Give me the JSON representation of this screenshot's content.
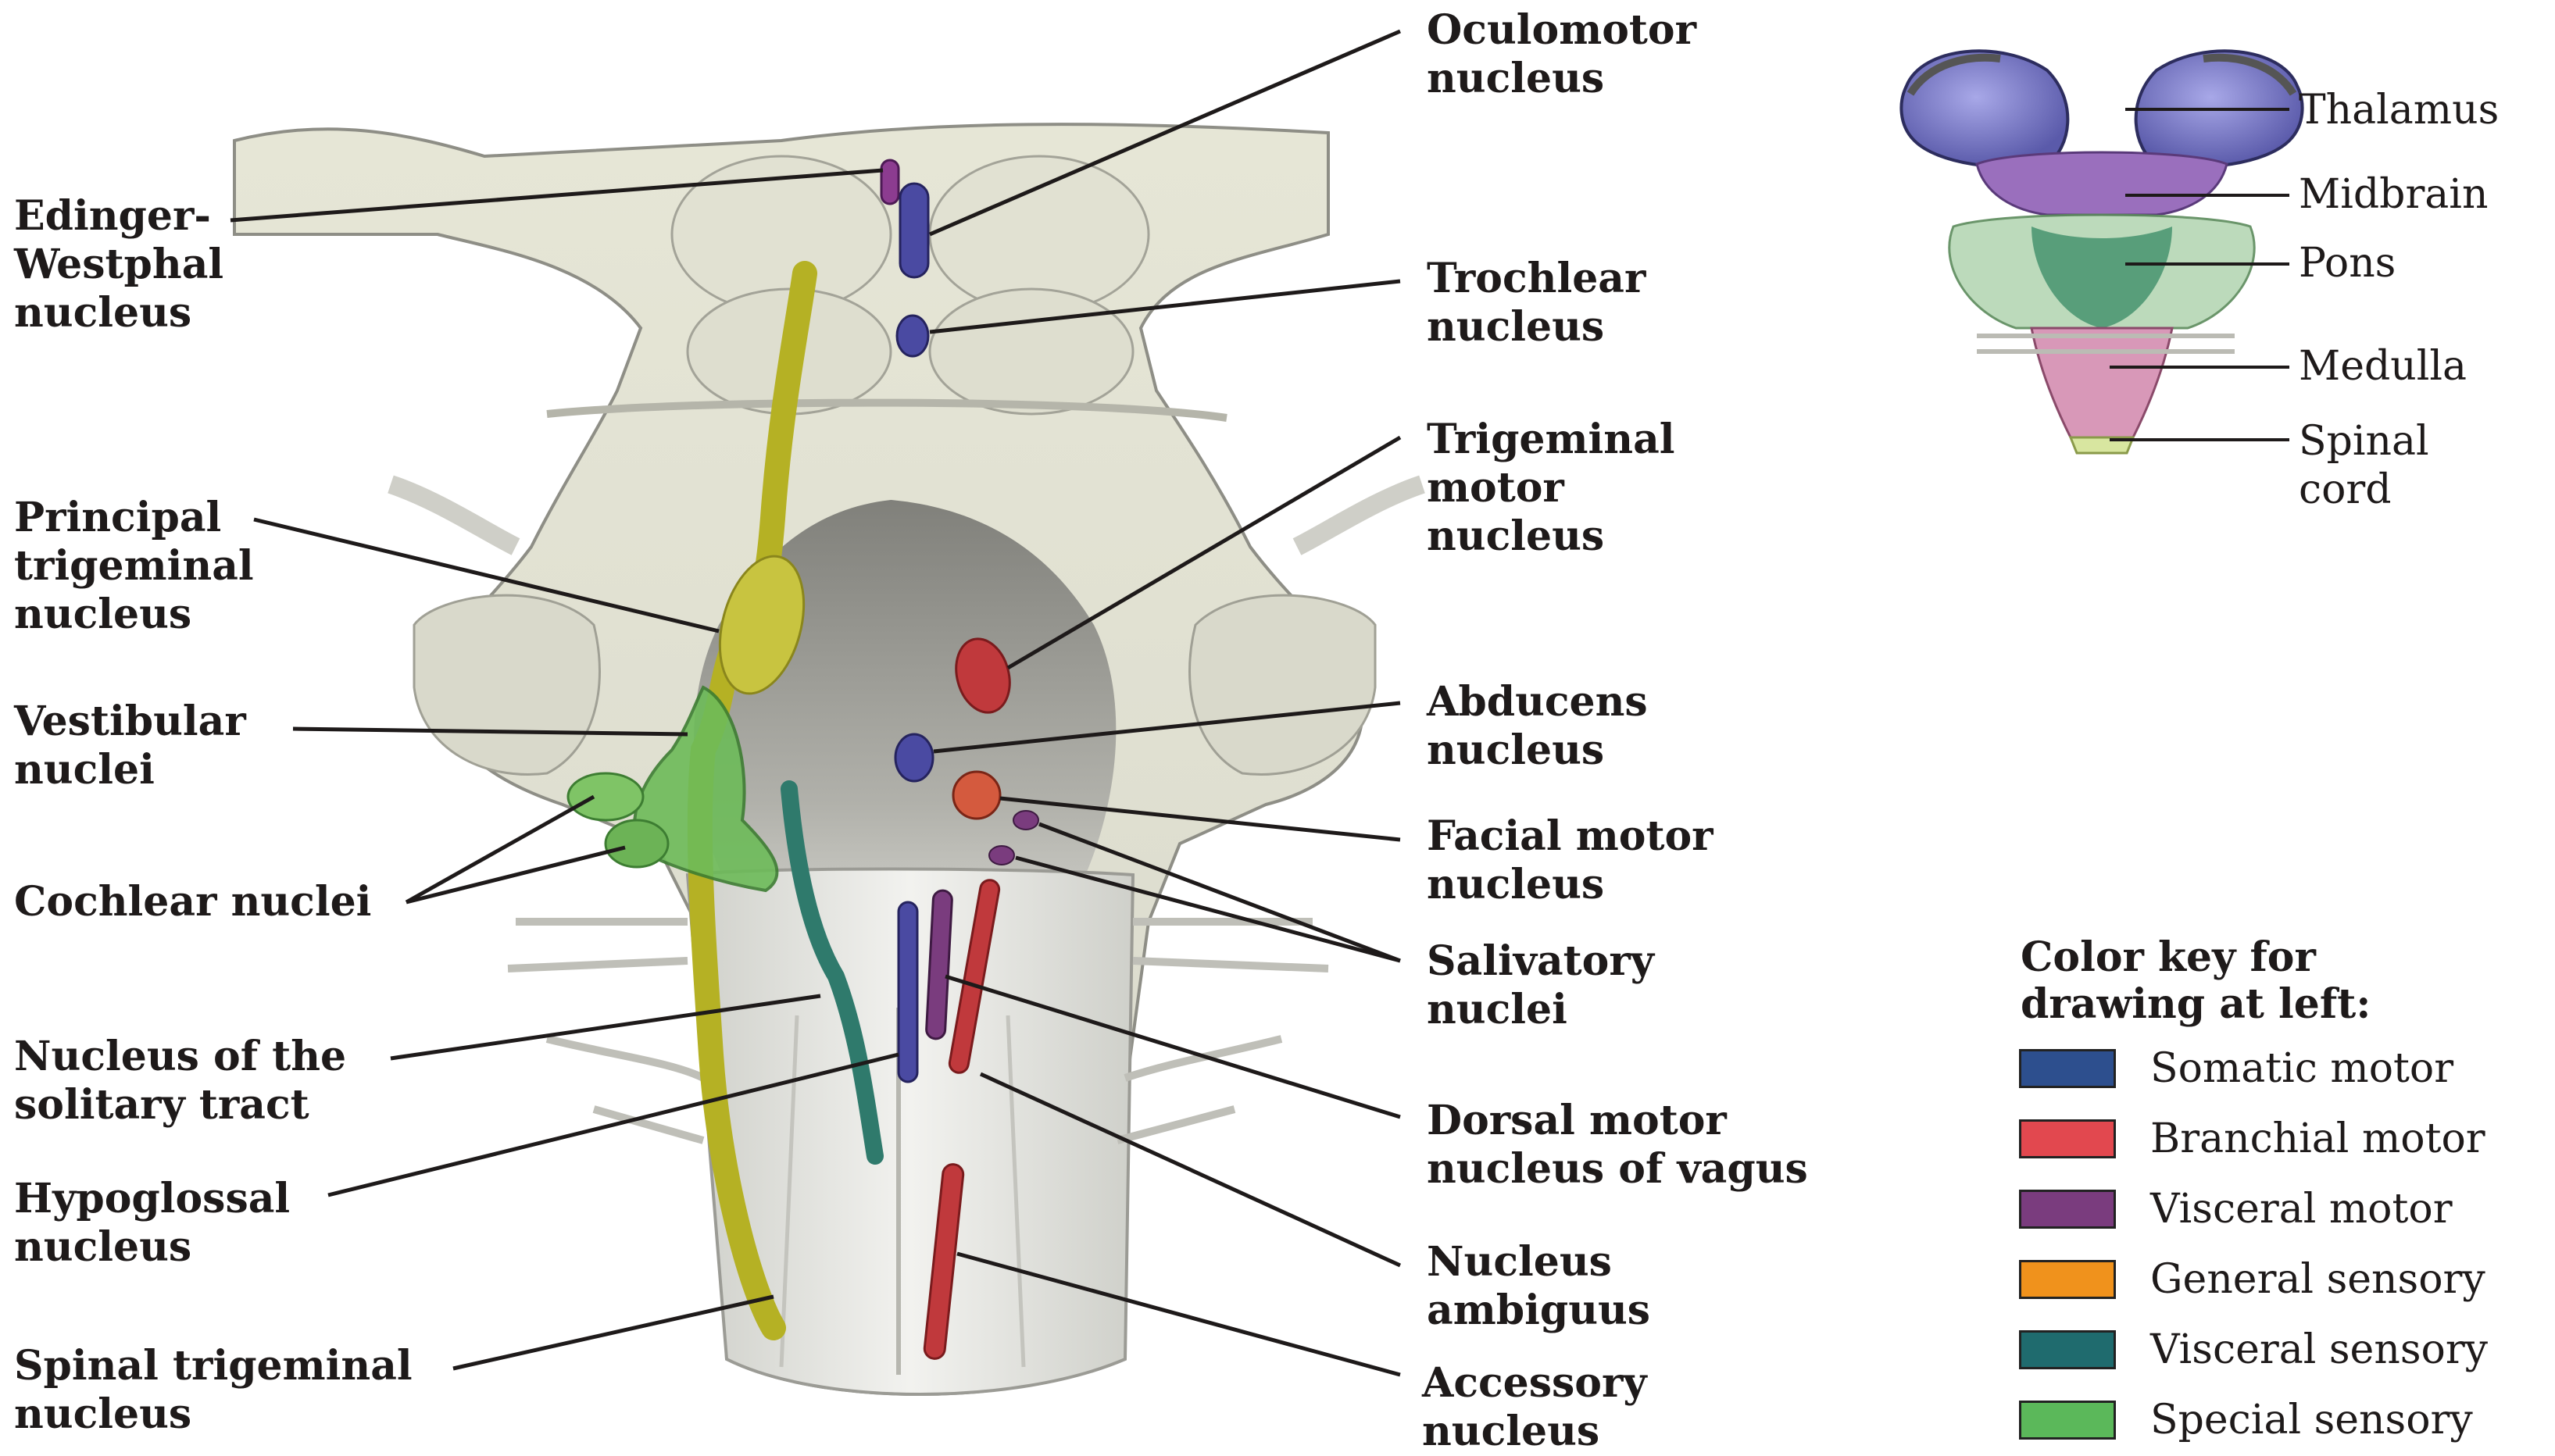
{
  "labels": {
    "edinger": [
      "Edinger-",
      "Westphal",
      "nucleus"
    ],
    "principal": [
      "Principal",
      "trigeminal",
      "nucleus"
    ],
    "vestibular": [
      "Vestibular",
      "nuclei"
    ],
    "cochlear": [
      "Cochlear nuclei"
    ],
    "solitary": [
      "Nucleus of the",
      "solitary tract"
    ],
    "hypoglossal": [
      "Hypoglossal",
      "nucleus"
    ],
    "spinal_trigeminal": [
      "Spinal trigeminal",
      "nucleus"
    ],
    "oculomotor": [
      "Oculomotor",
      "nucleus"
    ],
    "trochlear": [
      "Trochlear",
      "nucleus"
    ],
    "trigeminal_motor": [
      "Trigeminal",
      "motor",
      "nucleus"
    ],
    "abducens": [
      "Abducens",
      "nucleus"
    ],
    "facial_motor": [
      "Facial motor",
      "nucleus"
    ],
    "salivatory": [
      "Salivatory",
      "nuclei"
    ],
    "dorsal_motor": [
      "Dorsal motor",
      "nucleus of vagus"
    ],
    "ambiguus": [
      "Nucleus",
      "ambiguus"
    ],
    "accessory": [
      "Accessory",
      "nucleus"
    ]
  },
  "inset": {
    "thalamus": [
      "Thalamus"
    ],
    "midbrain": [
      "Midbrain"
    ],
    "pons": [
      "Pons"
    ],
    "medulla": [
      "Medulla"
    ],
    "spinal_cord": [
      "Spinal",
      "cord"
    ]
  },
  "key": {
    "title": [
      "Color key for",
      "drawing at left:"
    ],
    "items": [
      {
        "label": "Somatic motor",
        "color": "#2d4f8e"
      },
      {
        "label": "Branchial motor",
        "color": "#e2484f"
      },
      {
        "label": "Visceral motor",
        "color": "#7a3c7e"
      },
      {
        "label": "General sensory",
        "color": "#f0921c"
      },
      {
        "label": "Visceral sensory",
        "color": "#1f6b6e"
      },
      {
        "label": "Special sensory",
        "color": "#5bb85a"
      }
    ]
  }
}
